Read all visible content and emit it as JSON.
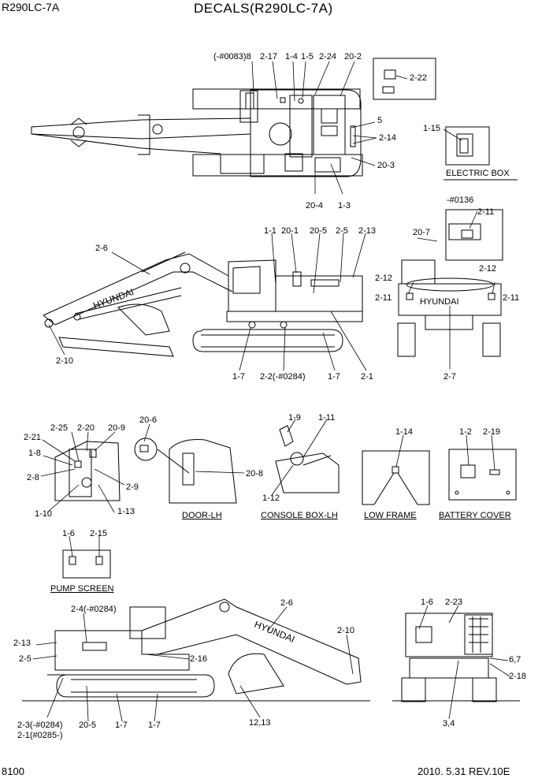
{
  "header": {
    "model": "R290LC-7A",
    "title": "DECALS(R290LC-7A)"
  },
  "footer": {
    "page_number": "8100",
    "date_rev": "2010. 5.31  REV.10E"
  },
  "captions": {
    "electric_box": "ELECTRIC BOX",
    "door_lh": "DOOR-LH",
    "console_box_lh": "CONSOLE BOX-LH",
    "low_frame": "LOW FRAME",
    "battery_cover": "BATTERY COVER",
    "pump_screen": "PUMP SCREEN"
  },
  "brand": "HYUNDAI",
  "labels": {
    "top_view": [
      "(-#0083)8",
      "2-17",
      "1-4",
      "1-5",
      "2-24",
      "20-2",
      "5",
      "2-14",
      "20-3",
      "20-4",
      "1-3"
    ],
    "top_view_inset": [
      "2-22"
    ],
    "electric_box": [
      "1-15"
    ],
    "rear_view": [
      "-#0136",
      "2-11",
      "20-7",
      "2-12",
      "2-12",
      "2-11",
      "2-11",
      "2-7"
    ],
    "side_lh": [
      "2-6",
      "1-1",
      "20-1",
      "20-5",
      "2-5",
      "2-13",
      "2-10",
      "1-7",
      "2-2(-#0284)",
      "1-7",
      "2-1"
    ],
    "cab_detail": [
      "2-25",
      "2-20",
      "20-9",
      "2-21",
      "1-8",
      "2-8",
      "2-9",
      "1-10",
      "1-13"
    ],
    "door_lh": [
      "20-6",
      "20-8"
    ],
    "console_box_lh": [
      "1-9",
      "1-11",
      "1-12"
    ],
    "low_frame": [
      "1-14"
    ],
    "battery_cover": [
      "1-2",
      "2-19"
    ],
    "pump_screen": [
      "1-6",
      "2-15"
    ],
    "side_rh": [
      "2-4(-#0284)",
      "2-6",
      "2-10",
      "2-13",
      "2-5",
      "2-16",
      "2-3(-#0284)",
      "2-1(#0285-)",
      "20-5",
      "1-7",
      "1-7",
      "12,13"
    ],
    "front_view": [
      "1-6",
      "2-23",
      "6,7",
      "2-18",
      "3,4"
    ]
  }
}
